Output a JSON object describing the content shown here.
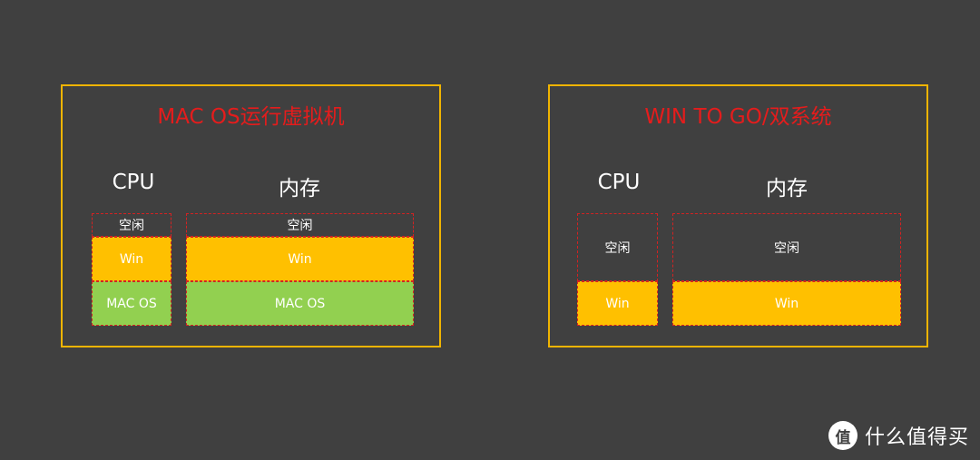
{
  "left": {
    "title": "MAC OS运行虚拟机",
    "cpu_label": "CPU",
    "mem_label": "内存",
    "cpu_blocks": [
      "空闲",
      "Win",
      "MAC OS"
    ],
    "mem_blocks": [
      "空闲",
      "Win",
      "MAC OS"
    ]
  },
  "right": {
    "title": "WIN TO GO/双系统",
    "cpu_label": "CPU",
    "mem_label": "内存",
    "cpu_blocks": [
      "空闲",
      "Win"
    ],
    "mem_blocks": [
      "空闲",
      "Win"
    ]
  },
  "watermark": {
    "logo": "值",
    "text": "什么值得买"
  },
  "colors": {
    "panel_border": "#f0b400",
    "title": "#e51c1c",
    "win": "#ffc000",
    "mac": "#92d050",
    "dash": "#d42222",
    "background": "#404040"
  }
}
